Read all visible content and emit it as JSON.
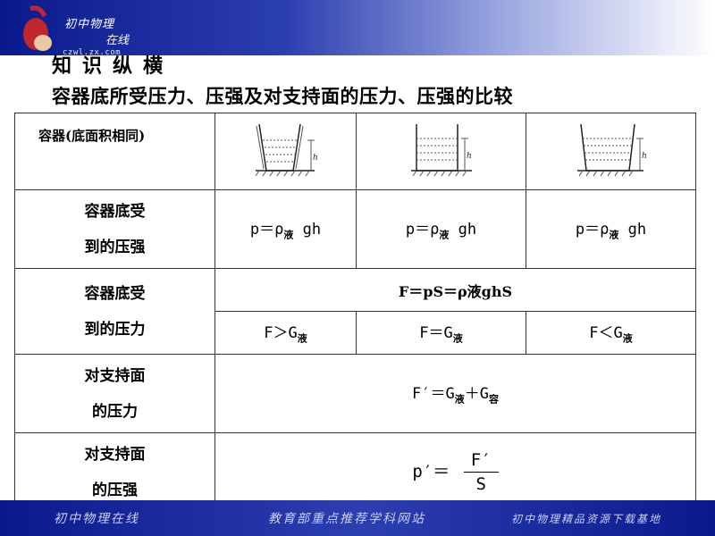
{
  "header": {
    "logo_text": "初中物理",
    "logo_text2": "在线",
    "logo_url": "czwl.zx.com",
    "section_title": "知识纵横",
    "subtitle": "容器底所受压力、压强及对支持面的压力、压强的比较"
  },
  "table": {
    "row_container": {
      "label": "容器(底面积相同)"
    },
    "row_pressure_bottom": {
      "label_line1": "容器底受",
      "label_line2": "到的压强",
      "cells": [
        {
          "main": "p＝ρ",
          "sub": "液",
          "tail": " gh"
        },
        {
          "main": "p＝ρ",
          "sub": "液",
          "tail": " gh"
        },
        {
          "main": "p＝ρ",
          "sub": "液",
          "tail": " gh"
        }
      ]
    },
    "row_force_bottom": {
      "label_line1": "容器底受",
      "label_line2": "到的压力",
      "merged": "F＝pS＝ρ液ghS",
      "cells": [
        {
          "main": "F＞G",
          "sub": "液"
        },
        {
          "main": "F＝G",
          "sub": "液"
        },
        {
          "main": "F＜G",
          "sub": "液"
        }
      ]
    },
    "row_force_support": {
      "label_line1": "对支持面",
      "label_line2": "的压力",
      "main": "F′＝G",
      "sub1": "液",
      "mid": "＋G",
      "sub2": "容"
    },
    "row_pressure_support": {
      "label_line1": "对支持面",
      "label_line2": "的压强",
      "lhs": "p′＝",
      "numerator": "F′",
      "denominator": "S"
    },
    "diagram_label_h": "h"
  },
  "footer": {
    "left": "初中物理在线",
    "center": "教育部重点推荐学科网站",
    "right": "初中物理精品资源下载基地"
  },
  "colors": {
    "band_dark": "#0a1a8c",
    "band_mid": "#2c3fb0",
    "logo_red": "#c0282d"
  }
}
